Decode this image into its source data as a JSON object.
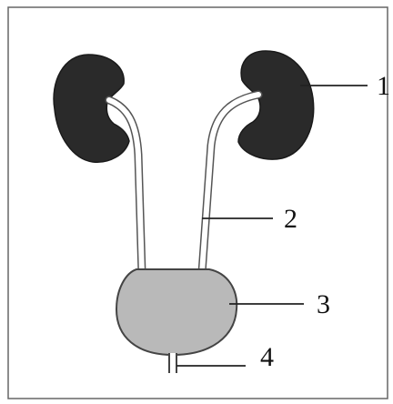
{
  "diagram": {
    "labels": [
      {
        "id": "1",
        "text": "1"
      },
      {
        "id": "2",
        "text": "2"
      },
      {
        "id": "3",
        "text": "3"
      },
      {
        "id": "4",
        "text": "4"
      }
    ]
  },
  "colors": {
    "kidney": "#2a2a2a",
    "ureter_fill": "#ffffff",
    "ureter_stroke": "#555555",
    "bladder": "#b9b9b9",
    "outline": "#444444",
    "leader": "#222222",
    "border": "#666666"
  }
}
